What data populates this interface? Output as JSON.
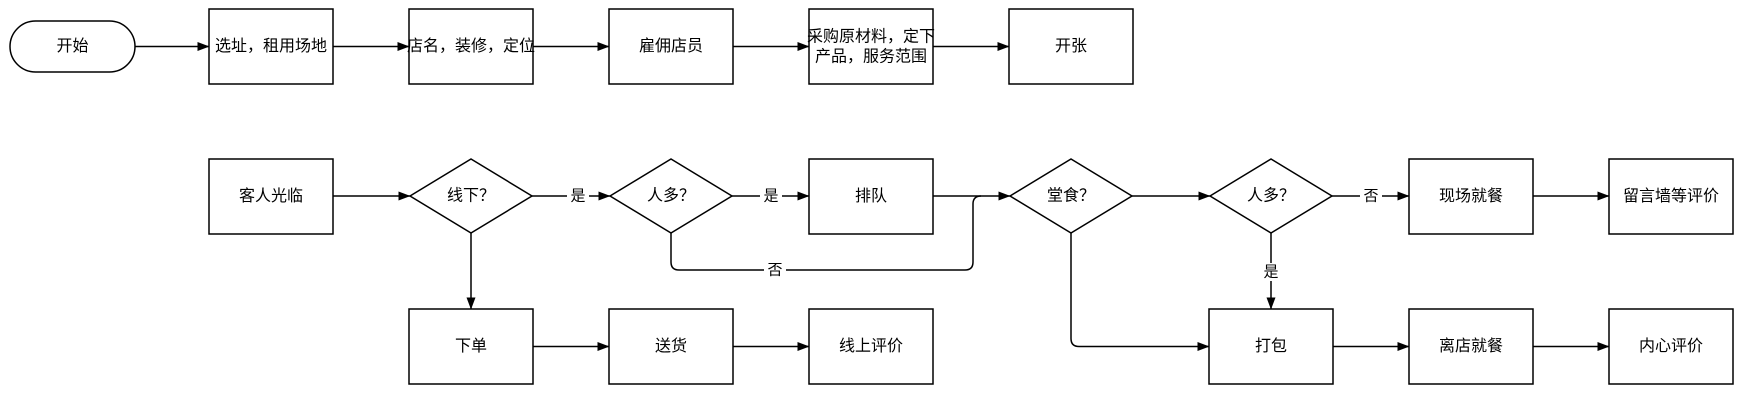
{
  "flowchart": {
    "colors": {
      "line": "#000000",
      "node_fill": "#ffffff",
      "background": "#ffffff"
    },
    "nodes": {
      "start": "开始",
      "choose_site": "选址，租用场地",
      "store_name": "店名，装修，定位",
      "hire_staff": "雇佣店员",
      "purchase": {
        "line1": "采购原材料，定下",
        "line2": "产品，服务范围"
      },
      "open": "开张",
      "customer": "客人光临",
      "q_offline": "线下？",
      "q_crowded1": "人多？",
      "queue": "排队",
      "q_dine_in": "堂食？",
      "q_crowded2": "人多？",
      "onsite_dining": "现场就餐",
      "wall_review": "留言墙等评价",
      "place_order": "下单",
      "deliver": "送货",
      "online_review": "线上评价",
      "pack": "打包",
      "leave_dine": "离店就餐",
      "inner_review": "内心评价"
    },
    "edge_labels": {
      "offline_yes": "是",
      "crowded1_yes": "是",
      "crowded1_no": "否",
      "crowded2_no": "否",
      "crowded2_yes": "是"
    }
  }
}
